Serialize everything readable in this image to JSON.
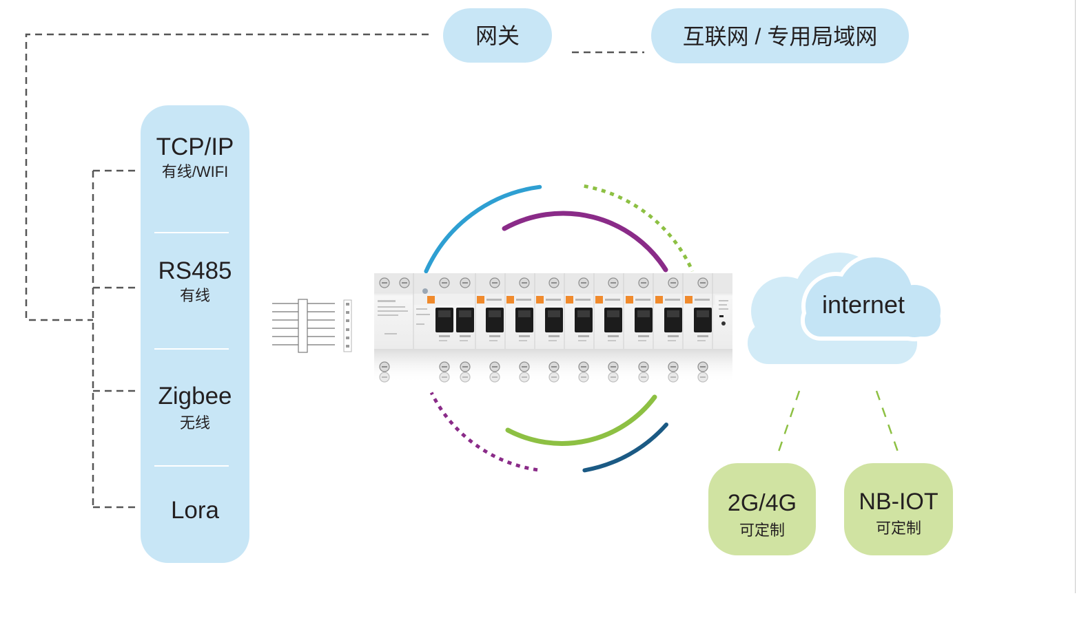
{
  "gateway": {
    "label": "网关"
  },
  "network": {
    "label": "互联网 / 专用局域网"
  },
  "protocols": [
    {
      "name": "TCP/IP",
      "sub": "有线/WIFI"
    },
    {
      "name": "RS485",
      "sub": "有线"
    },
    {
      "name": "Zigbee",
      "sub": "无线"
    },
    {
      "name": "Lora"
    }
  ],
  "cloud": {
    "label": "internet",
    "icon": "cloud-icon"
  },
  "cellular": [
    {
      "name": "2G/4G",
      "sub": "可定制"
    },
    {
      "name": "NB-IOT",
      "sub": "可定制"
    }
  ],
  "device": {
    "icon": "circuit-breaker-icon"
  },
  "connector": {
    "icon": "connector-icon"
  },
  "colors": {
    "pill_blue": "#c8e6f6",
    "pill_green": "#d0e3a2",
    "cloud_back": "#d2ebf7",
    "cloud_front": "#c4e4f5",
    "arc_blue": "#2e9fd2",
    "arc_purple": "#8a2b88",
    "arc_green": "#8dc043",
    "arc_navy": "#1b5a84",
    "dash_gray": "#555555",
    "text": "#231f20"
  }
}
